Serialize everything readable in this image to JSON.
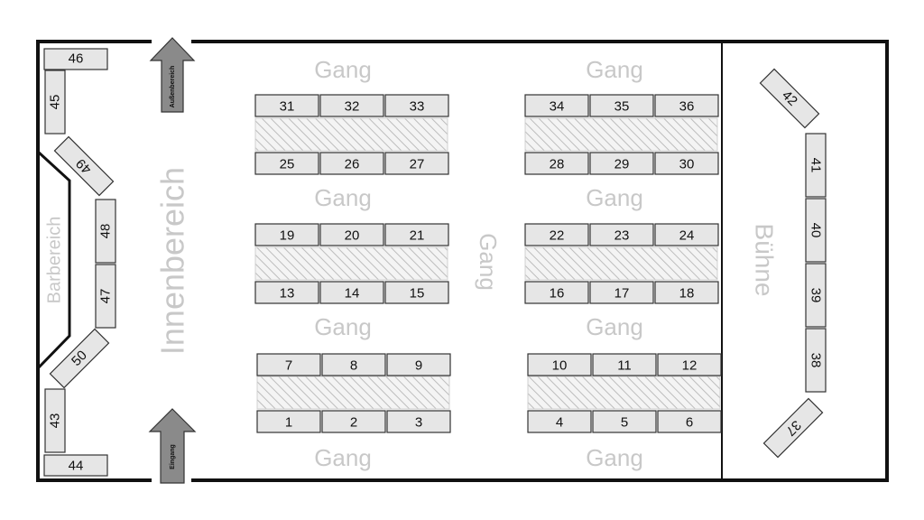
{
  "zones": {
    "outdoor": "Außenbereich",
    "indoor": "Innenbereich",
    "bar": "Barbereich",
    "stage": "Bühne",
    "aisle": "Gang",
    "entrance": "Eingang"
  },
  "tables": {
    "t1": "1",
    "t2": "2",
    "t3": "3",
    "t4": "4",
    "t5": "5",
    "t6": "6",
    "t7": "7",
    "t8": "8",
    "t9": "9",
    "t10": "10",
    "t11": "11",
    "t12": "12",
    "t13": "13",
    "t14": "14",
    "t15": "15",
    "t16": "16",
    "t17": "17",
    "t18": "18",
    "t19": "19",
    "t20": "20",
    "t21": "21",
    "t22": "22",
    "t23": "23",
    "t24": "24",
    "t25": "25",
    "t26": "26",
    "t27": "27",
    "t28": "28",
    "t29": "29",
    "t30": "30",
    "t31": "31",
    "t32": "32",
    "t33": "33",
    "t34": "34",
    "t35": "35",
    "t36": "36",
    "t37": "37",
    "t38": "38",
    "t39": "39",
    "t40": "40",
    "t41": "41",
    "t42": "42",
    "t43": "43",
    "t44": "44",
    "t45": "45",
    "t46": "46",
    "t47": "47",
    "t48": "48",
    "t49": "49",
    "t50": "50"
  },
  "colors": {
    "table_fill": "#e6e6e6",
    "arrow_fill": "#8a8a8a",
    "zone_text": "#c8c8c8",
    "walls": "#111111"
  }
}
